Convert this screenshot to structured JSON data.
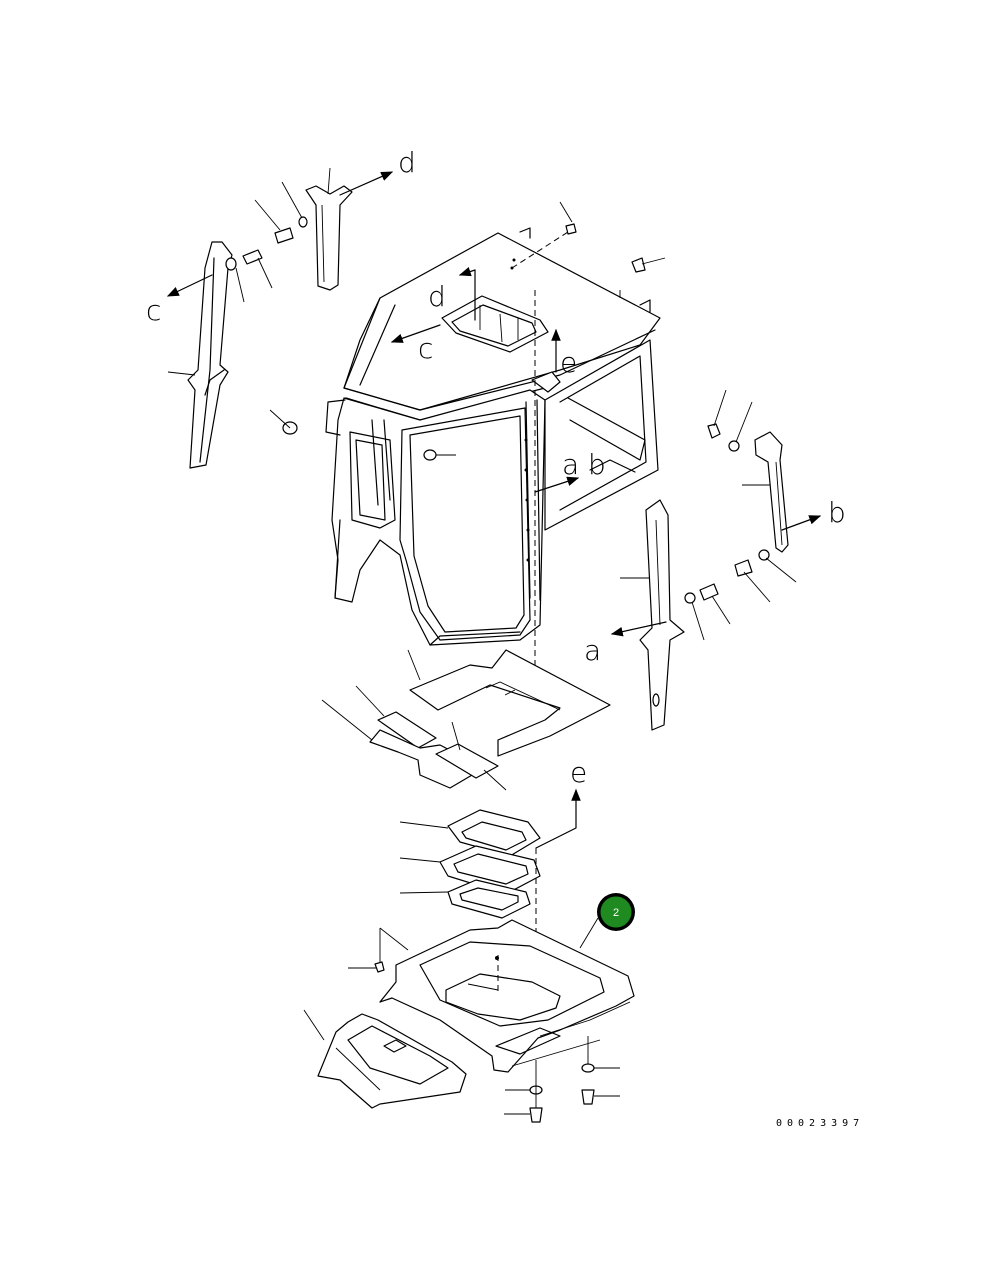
{
  "reference_letters": {
    "a": "a",
    "b": "b",
    "c": "c",
    "d": "d",
    "e": "e"
  },
  "drawing_number": "00023397",
  "callout_badge": {
    "number": "2",
    "fill_color": "#1f8a1f",
    "ring_color": "#000000"
  }
}
